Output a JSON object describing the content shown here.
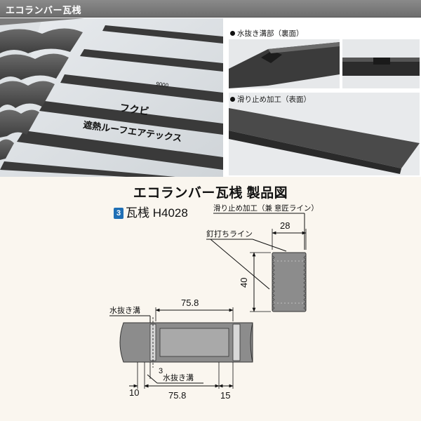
{
  "header": {
    "title": "エコランバー瓦桟"
  },
  "photos": {
    "caption_groove": "水抜き溝部（裏面）",
    "caption_antislip": "滑り止め加工（表面）",
    "sheet_brand": "フクビ",
    "sheet_product": "遮熱ルーフエアテックス",
    "sheet_number": "9000"
  },
  "drawing": {
    "title": "エコランバー瓦桟  製品図",
    "product_number": "3",
    "product_name": "瓦桟 H4028",
    "label_antislip": "滑り止め加工（兼 意匠ライン）",
    "label_nail_line": "釘打ちライン",
    "label_groove_top": "水抜き溝",
    "label_groove_bottom": "水抜き溝",
    "dim_width": "28",
    "dim_height": "40",
    "dim_top_span": "75.8",
    "dim_bottom_span": "75.8",
    "dim_left": "10",
    "dim_small": "3",
    "dim_right": "15"
  },
  "colors": {
    "header_bg": "#7a7a7a",
    "drawing_bg": "#faf6ef",
    "product_badge": "#1f6fb5",
    "timber_fill": "#8c8c8c"
  }
}
